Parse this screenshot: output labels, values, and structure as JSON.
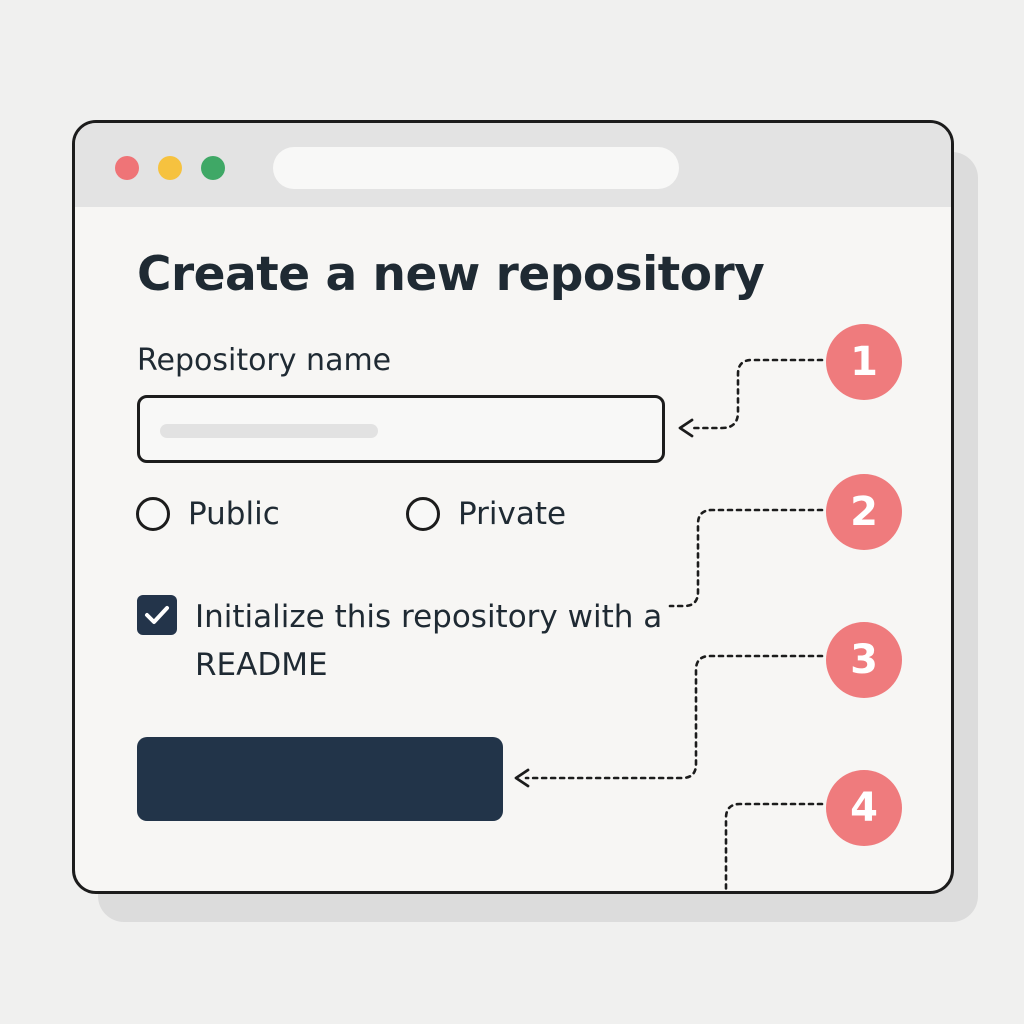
{
  "page": {
    "title": "Create a new repository"
  },
  "form": {
    "name_label": "Repository name",
    "name_value": "",
    "visibility_options": [
      {
        "label": "Public",
        "selected": false
      },
      {
        "label": "Private",
        "selected": false
      }
    ],
    "readme_checkbox": {
      "label": "Initialize this repository with a README",
      "checked": true
    },
    "submit_label": ""
  },
  "callouts": [
    "1",
    "2",
    "3",
    "4"
  ],
  "colors": {
    "accent": "#223449",
    "badge": "#ef7b7d",
    "traffic_red": "#ef7477",
    "traffic_yellow": "#f6c23f",
    "traffic_green": "#3fa866"
  }
}
